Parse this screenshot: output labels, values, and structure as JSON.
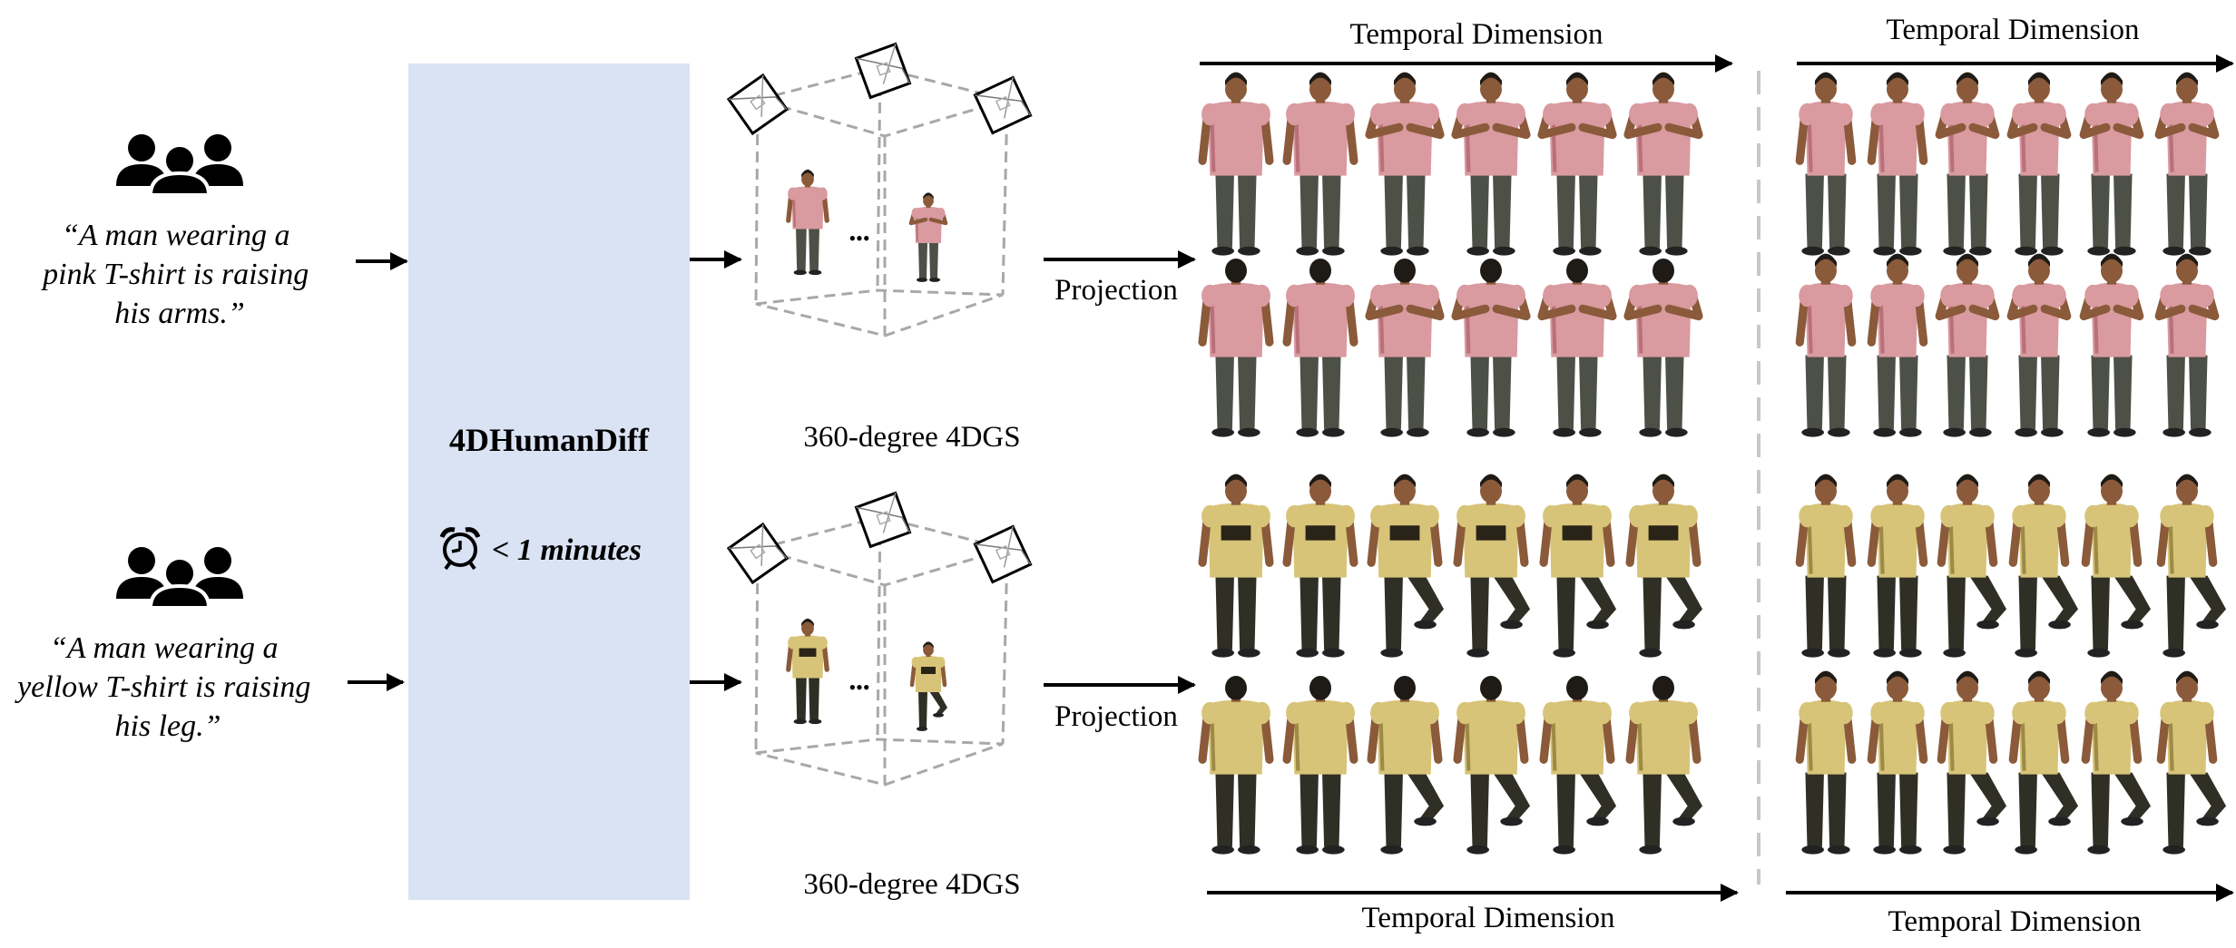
{
  "prompts": [
    {
      "lines": [
        "“A man wearing a",
        "pink T-shirt is raising",
        "his arms.”"
      ]
    },
    {
      "lines": [
        "“A man wearing a",
        "yellow T-shirt is raising",
        "his leg.”"
      ]
    }
  ],
  "model": {
    "name": "4DHumanDiff",
    "time_label": "< 1 minutes",
    "icon": "alarm-clock-icon",
    "color": "#dae3f3"
  },
  "gs_label": "360-degree 4DGS",
  "ellipsis": "•••",
  "projection_label": "Projection",
  "temporal_label": "Temporal Dimension",
  "subjects": [
    {
      "name": "pink",
      "shirt": "#d99aa0",
      "shirt_dark": "#b9707a",
      "pants": "#4d5046",
      "skin": "#8a5a3a",
      "hair": "#1e1a16"
    },
    {
      "name": "yellow",
      "shirt": "#d8c478",
      "shirt_dark": "#9c8a47",
      "pants": "#2f2f25",
      "skin": "#8a5a3a",
      "hair": "#1e1a16"
    }
  ]
}
